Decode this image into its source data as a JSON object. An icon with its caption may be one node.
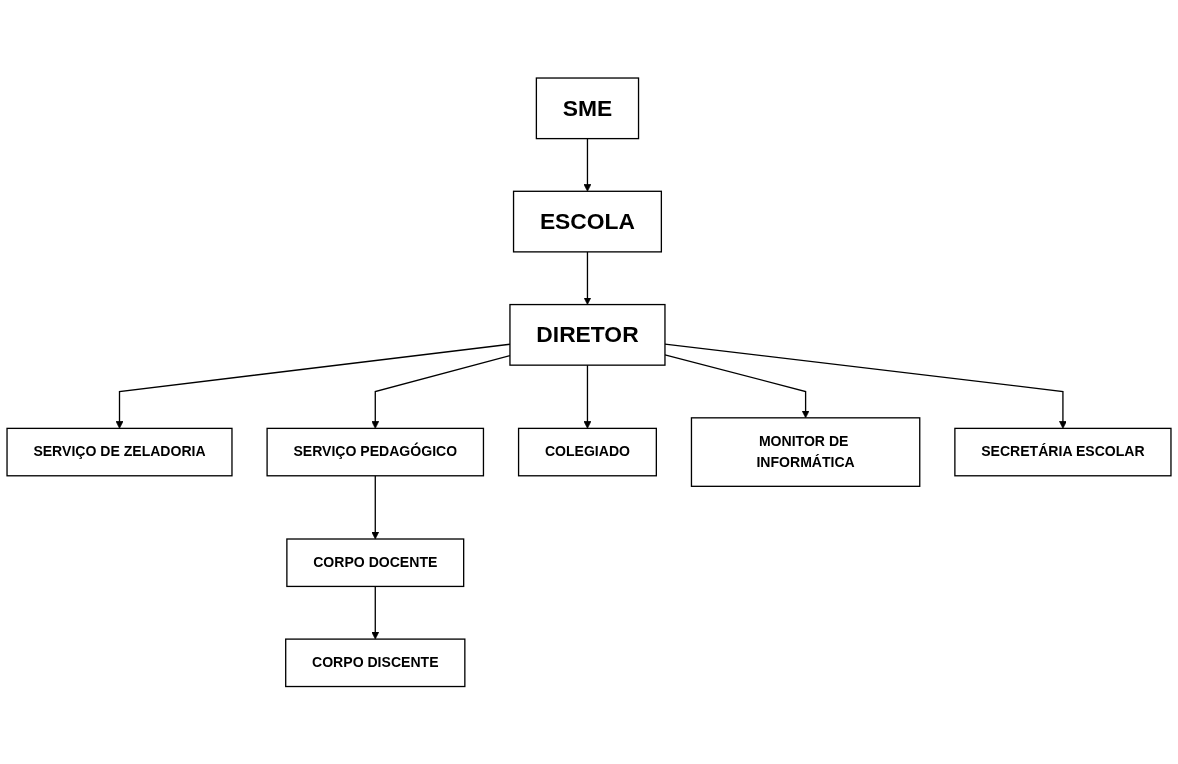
{
  "diagram": {
    "nodes": [
      {
        "text": [
          "SME"
        ]
      },
      {
        "text": [
          "ESCOLA"
        ]
      },
      {
        "text": [
          "DIRETOR"
        ]
      },
      {
        "text": [
          "SERVIÇO DE ZELADORIA"
        ]
      },
      {
        "text": [
          "SERVIÇO PEDAGÓGICO"
        ]
      },
      {
        "text": [
          "CORPO DOCENTE"
        ]
      },
      {
        "text": [
          "CORPO DISCENTE"
        ]
      },
      {
        "text": [
          "COLEGIADO"
        ]
      },
      {
        "text": [
          "MONITOR DE INFORMÁTICA"
        ]
      },
      {
        "text": [
          "SECRETÁRIA ESCOLAR"
        ]
      }
    ],
    "edges": [
      {
        "from": 0,
        "to": 1,
        "arrow": "to"
      },
      {
        "from": 1,
        "to": 2,
        "arrow": "to"
      },
      {
        "from": 2,
        "to": 3,
        "arrow": "to"
      },
      {
        "from": 2,
        "to": 4,
        "arrow": "to"
      },
      {
        "from": 4,
        "to": 5,
        "arrow": "to"
      },
      {
        "from": 5,
        "to": 6,
        "arrow": "to"
      },
      {
        "from": 2,
        "to": 7,
        "arrow": "to"
      },
      {
        "from": 2,
        "to": 8,
        "arrow": "to"
      },
      {
        "from": 2,
        "to": 9,
        "arrow": "to"
      }
    ]
  }
}
